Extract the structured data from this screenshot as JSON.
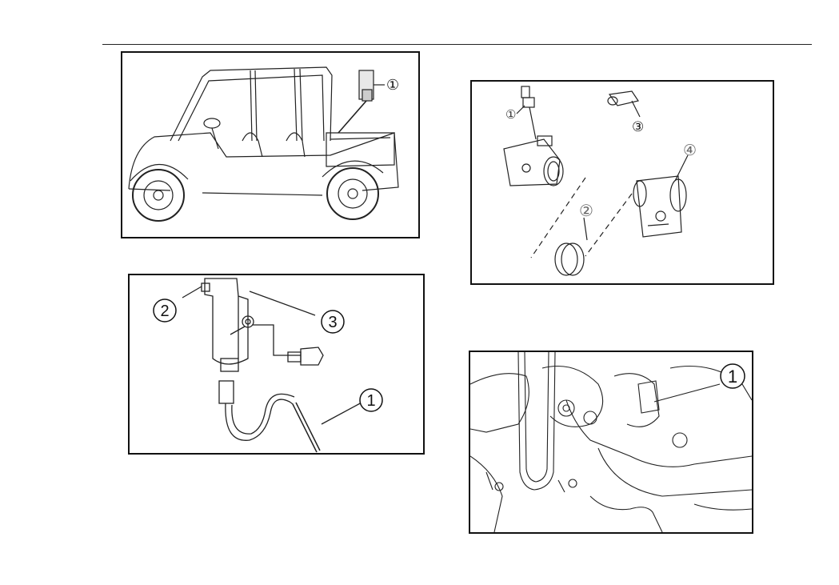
{
  "figure_vehicle": {
    "callouts": [
      "①"
    ]
  },
  "figure_injector_parts": {
    "callouts": [
      "①",
      "②",
      "③",
      "④"
    ]
  },
  "figure_fuel_unit": {
    "callouts": [
      "1",
      "2",
      "3"
    ]
  },
  "figure_engine_bay": {
    "callouts": [
      "1"
    ]
  }
}
